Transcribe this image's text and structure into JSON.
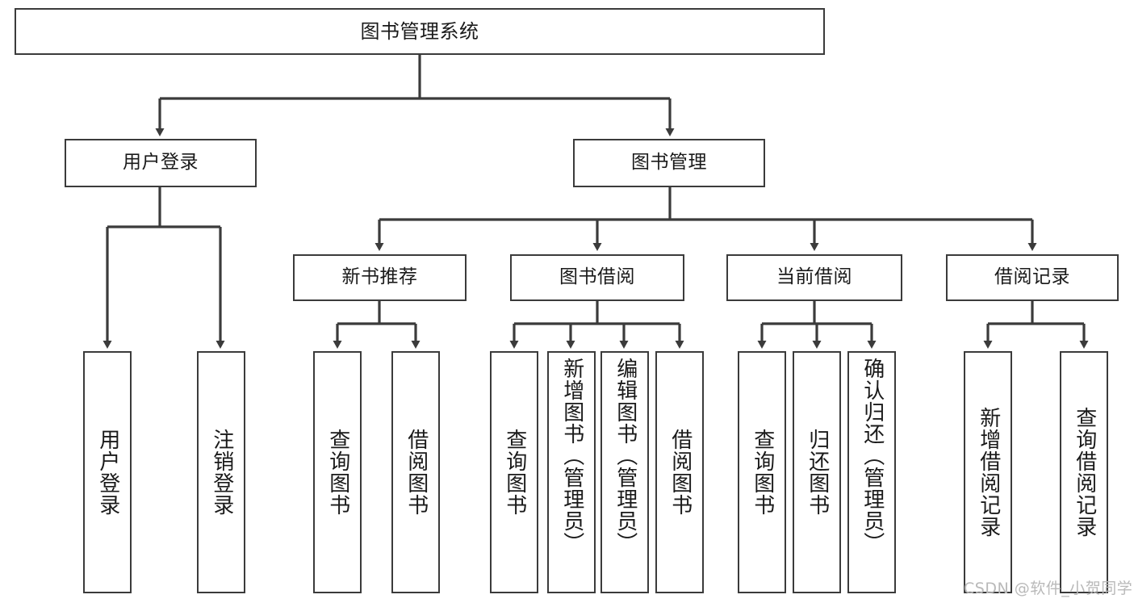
{
  "diagram": {
    "title": "图书管理系统",
    "type": "tree-hierarchy",
    "background_color": "#ffffff",
    "border_color": "#3b3b3b",
    "text_color": "#1a1a1a"
  },
  "root": {
    "label": "图书管理系统"
  },
  "level2": [
    {
      "label": "用户登录"
    },
    {
      "label": "图书管理"
    }
  ],
  "level3": [
    {
      "label": "新书推荐"
    },
    {
      "label": "图书借阅"
    },
    {
      "label": "当前借阅"
    },
    {
      "label": "借阅记录"
    }
  ],
  "leaves": {
    "user_login": [
      {
        "label": "用户登录"
      },
      {
        "label": "注销登录"
      }
    ],
    "new_book_recommend": [
      {
        "label": "查询图书"
      },
      {
        "label": "借阅图书"
      }
    ],
    "book_borrow": [
      {
        "label": "查询图书"
      },
      {
        "label": "新增图书（管理员）"
      },
      {
        "label": "编辑图书（管理员）"
      },
      {
        "label": "借阅图书"
      }
    ],
    "current_borrow": [
      {
        "label": "查询图书"
      },
      {
        "label": "归还图书"
      },
      {
        "label": "确认归还（管理员）"
      }
    ],
    "borrow_record": [
      {
        "label": "新增借阅记录"
      },
      {
        "label": "查询借阅记录"
      }
    ]
  },
  "watermark": {
    "text": "CSDN @软件_小贺同学"
  }
}
